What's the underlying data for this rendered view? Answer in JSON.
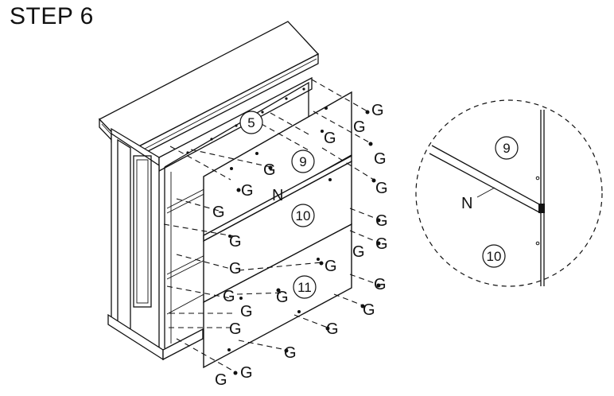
{
  "step_title": "STEP 6",
  "main_view": {
    "part_numbers": [
      "5",
      "9",
      "10",
      "11"
    ],
    "screw_label": "G",
    "rail_label": "N"
  },
  "detail_view": {
    "part_numbers": [
      "9",
      "10"
    ],
    "rail_label": "N"
  }
}
